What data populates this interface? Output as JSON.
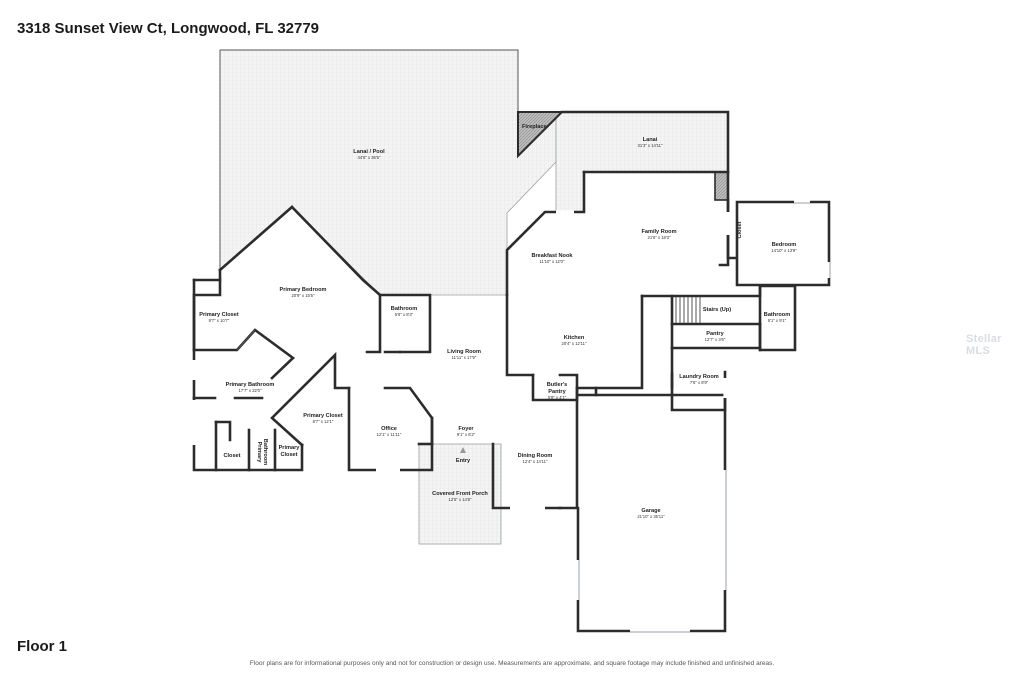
{
  "header": {
    "address": "3318 Sunset View Ct, Longwood, FL 32779"
  },
  "footer": {
    "floor": "Floor 1",
    "disclaimer": "Floor plans are for informational purposes only and not for construction or design use. Measurements are approximate, and square footage may include finished and unfinished areas."
  },
  "watermark": "Stellar MLS",
  "rooms": {
    "lanai_pool": {
      "name": "Lanai / Pool",
      "dims": "44'6\" x 36'5\""
    },
    "fireplace": {
      "name": "Fireplace"
    },
    "lanai": {
      "name": "Lanai",
      "dims": "31'3\" x 14'11\""
    },
    "family_room": {
      "name": "Family Room",
      "dims": "21'6\" x 18'3\""
    },
    "closet_fam": {
      "name": "Closet"
    },
    "bedroom": {
      "name": "Bedroom",
      "dims": "14'10\" x 13'9\""
    },
    "breakfast": {
      "name": "Breakfast Nook",
      "dims": "11'10\" x 12'0\""
    },
    "primary_bed": {
      "name": "Primary Bedroom",
      "dims": "20'9\" x 15'5\""
    },
    "primary_closet_1": {
      "name": "Primary Closet",
      "dims": "9'7\" x 10'7\""
    },
    "bathroom_1": {
      "name": "Bathroom",
      "dims": "5'8\" x 8'3\""
    },
    "stairs": {
      "name": "Stairs (Up)"
    },
    "bathroom_2": {
      "name": "Bathroom",
      "dims": "5'1\" x 9'1\""
    },
    "pantry": {
      "name": "Pantry",
      "dims": "12'7\" x 3'6\""
    },
    "kitchen": {
      "name": "Kitchen",
      "dims": "20'4\" x 12'11\""
    },
    "living": {
      "name": "Living Room",
      "dims": "11'11\" x 17'9\""
    },
    "laundry": {
      "name": "Laundry Room",
      "dims": "7'6\" x 8'9\""
    },
    "primary_bath": {
      "name": "Primary Bathroom",
      "dims": "17'7\" x 22'0\""
    },
    "butlers": {
      "name": "Butler's",
      "name2": "Pantry",
      "dims": "5'8\" x 4'1\""
    },
    "primary_closet_2": {
      "name": "Primary Closet",
      "dims": "8'7\" x 12'1\""
    },
    "office": {
      "name": "Office",
      "dims": "12'1\" x 11'11\""
    },
    "foyer": {
      "name": "Foyer",
      "dims": "9'1\" x 6'2\""
    },
    "entry": {
      "name": "Entry"
    },
    "dining": {
      "name": "Dining Room",
      "dims": "12'4\" x 14'11\""
    },
    "closet_bath": {
      "name": "Closet"
    },
    "primary_bath_rot": {
      "name": "Primary",
      "name2": "Bathroom"
    },
    "primary_closet_3": {
      "name": "Primary",
      "name2": "Closet"
    },
    "porch": {
      "name": "Covered Front Porch",
      "dims": "12'5\" x 14'8\""
    },
    "garage": {
      "name": "Garage",
      "dims": "21'10\" x 35'11\""
    }
  }
}
